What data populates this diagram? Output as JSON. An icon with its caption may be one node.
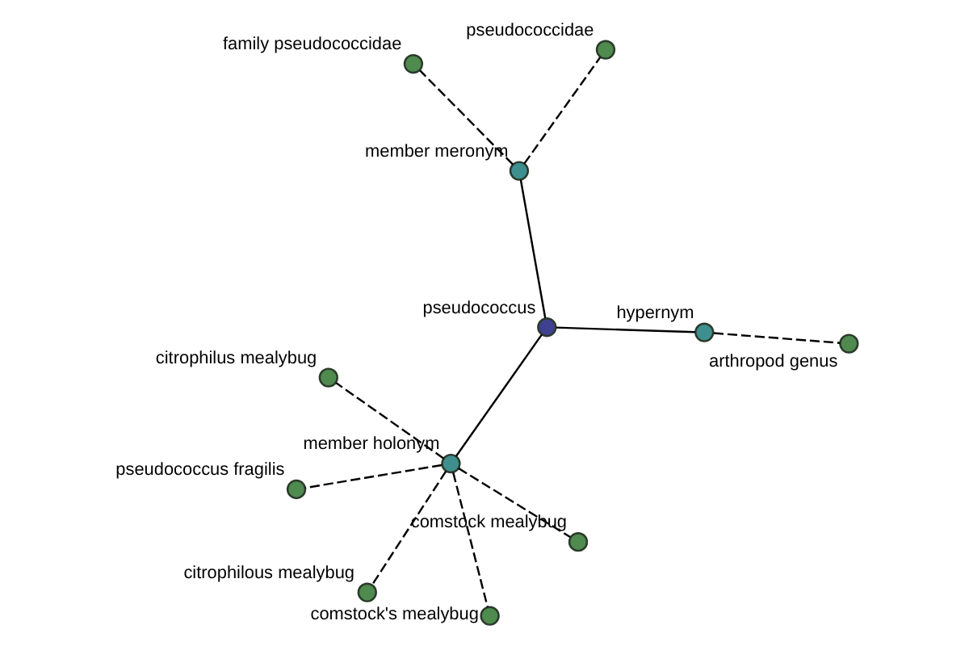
{
  "diagram": {
    "nodes": [
      {
        "text": [
          "pseudococcus"
        ]
      },
      {
        "text": [
          "hypernym"
        ]
      },
      {
        "text": [
          "arthropod genus"
        ]
      },
      {
        "text": [
          "member meronym"
        ]
      },
      {
        "text": [
          "pseudococcidae"
        ]
      },
      {
        "text": [
          "family pseudococcidae"
        ]
      },
      {
        "text": [
          "member holonym"
        ]
      },
      {
        "text": [
          "comstock mealybug"
        ]
      },
      {
        "text": [
          "citrophilus mealybug"
        ]
      },
      {
        "text": [
          "citrophilous mealybug"
        ]
      },
      {
        "text": [
          "comstock's mealybug"
        ]
      },
      {
        "text": [
          "pseudococcus fragilis"
        ]
      }
    ],
    "edges": [
      {
        "from": 0,
        "to": 1,
        "arrow": "none"
      },
      {
        "from": 1,
        "to": 2,
        "arrow": "none",
        "style": "dashed"
      },
      {
        "from": 0,
        "to": 3,
        "arrow": "none"
      },
      {
        "from": 3,
        "to": 4,
        "arrow": "none",
        "style": "dashed"
      },
      {
        "from": 3,
        "to": 5,
        "arrow": "none",
        "style": "dashed"
      },
      {
        "from": 0,
        "to": 6,
        "arrow": "none"
      },
      {
        "from": 6,
        "to": 7,
        "arrow": "none",
        "style": "dashed"
      },
      {
        "from": 6,
        "to": 8,
        "arrow": "none",
        "style": "dashed"
      },
      {
        "from": 6,
        "to": 9,
        "arrow": "none",
        "style": "dashed"
      },
      {
        "from": 6,
        "to": 10,
        "arrow": "none",
        "style": "dashed"
      },
      {
        "from": 6,
        "to": 11,
        "arrow": "none",
        "style": "dashed"
      }
    ]
  }
}
